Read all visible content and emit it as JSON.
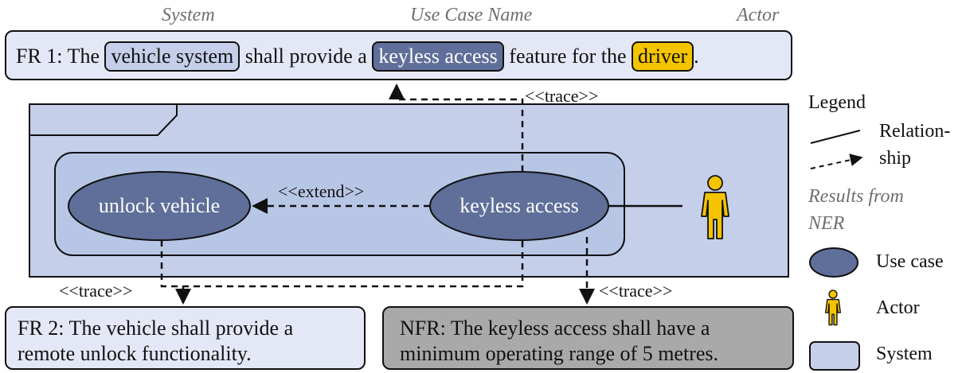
{
  "headers": {
    "system": "System",
    "use_case_name": "Use Case Name",
    "actor": "Actor"
  },
  "fr1": {
    "prefix": "FR 1: The",
    "system_chip": "vehicle system",
    "mid": "shall provide a",
    "use_case_chip": "keyless access",
    "post": "feature for the",
    "actor_chip": "driver",
    "end": "."
  },
  "diagram": {
    "use_case_left": "unlock vehicle",
    "use_case_right": "keyless access",
    "extend_label": "<<extend>>",
    "trace_top": "<<trace>>",
    "trace_bottom_left": "<<trace>>",
    "trace_bottom_right": "<<trace>>"
  },
  "fr2": {
    "line1": "FR 2: The vehicle shall provide a",
    "line2": "remote unlock functionality."
  },
  "nfr": {
    "line1": "NFR: The keyless access shall have a",
    "line2": "minimum operating range of 5 metres."
  },
  "legend": {
    "title": "Legend",
    "relationship_line1": "Relation-",
    "relationship_line2": "ship",
    "results_line1": "Results from",
    "results_line2": "NER",
    "use_case": "Use case",
    "actor": "Actor",
    "system": "System"
  },
  "colors": {
    "light_box": "#e4e8f6",
    "system_fill": "#c5cfea",
    "inner_fill": "#b8c6e6",
    "use_case_fill": "#5f6f9a",
    "actor_fill": "#f5c400",
    "nfr_fill": "#a9a9a9",
    "header_gray": "#6f6f6f"
  }
}
